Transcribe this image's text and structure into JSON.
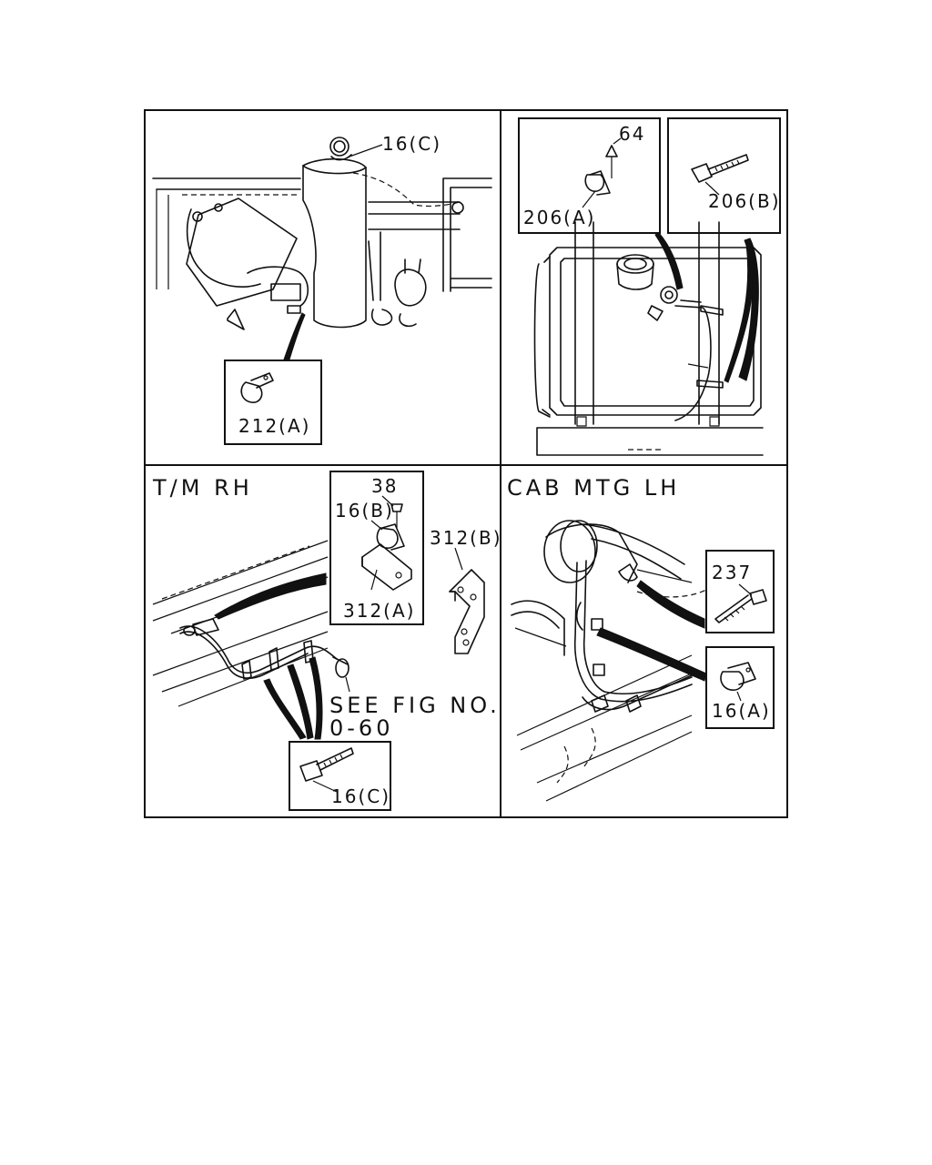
{
  "panels": {
    "top_left": {
      "labels": {
        "clip_16c": "16(C)",
        "clamp_212a": "212(A)"
      }
    },
    "top_right": {
      "labels": {
        "bolt_64": "64",
        "clip_206a": "206(A)",
        "tie_206b": "206(B)"
      }
    },
    "bottom_left": {
      "title": "T/M RH",
      "labels": {
        "bolt_38": "38",
        "clip_16b": "16(B)",
        "bracket_312a": "312(A)",
        "bracket_312b": "312(B)",
        "see_fig_line1": "SEE FIG NO.",
        "see_fig_line2": "0-60",
        "tie_16c": "16(C)"
      }
    },
    "bottom_right": {
      "title": "CAB MTG LH",
      "labels": {
        "tie_237": "237",
        "clamp_16a": "16(A)"
      }
    }
  }
}
